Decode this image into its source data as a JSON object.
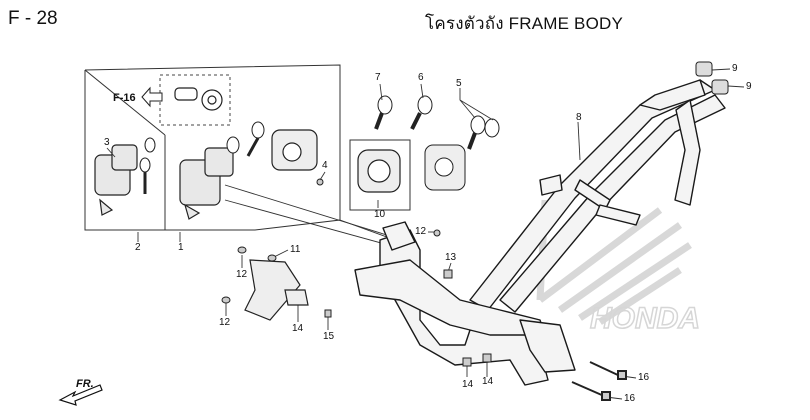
{
  "header": {
    "code": "F - 28",
    "title": "โครงตัวถัง  FRAME BODY"
  },
  "reference": {
    "label": "F-16"
  },
  "direction": {
    "label": "FR."
  },
  "watermark": {
    "text": "HONDA"
  },
  "callouts": [
    {
      "id": "c1",
      "text": "1"
    },
    {
      "id": "c2",
      "text": "2"
    },
    {
      "id": "c3",
      "text": "3"
    },
    {
      "id": "c4",
      "text": "4"
    },
    {
      "id": "c5",
      "text": "5"
    },
    {
      "id": "c6",
      "text": "6"
    },
    {
      "id": "c7",
      "text": "7"
    },
    {
      "id": "c8",
      "text": "8"
    },
    {
      "id": "c9a",
      "text": "9"
    },
    {
      "id": "c9b",
      "text": "9"
    },
    {
      "id": "c10",
      "text": "10"
    },
    {
      "id": "c11",
      "text": "11"
    },
    {
      "id": "c12a",
      "text": "12"
    },
    {
      "id": "c12b",
      "text": "12"
    },
    {
      "id": "c12c",
      "text": "12"
    },
    {
      "id": "c13",
      "text": "13"
    },
    {
      "id": "c14a",
      "text": "14"
    },
    {
      "id": "c14b",
      "text": "14"
    },
    {
      "id": "c14c",
      "text": "14"
    },
    {
      "id": "c15",
      "text": "15"
    },
    {
      "id": "c16a",
      "text": "16"
    },
    {
      "id": "c16b",
      "text": "16"
    }
  ]
}
